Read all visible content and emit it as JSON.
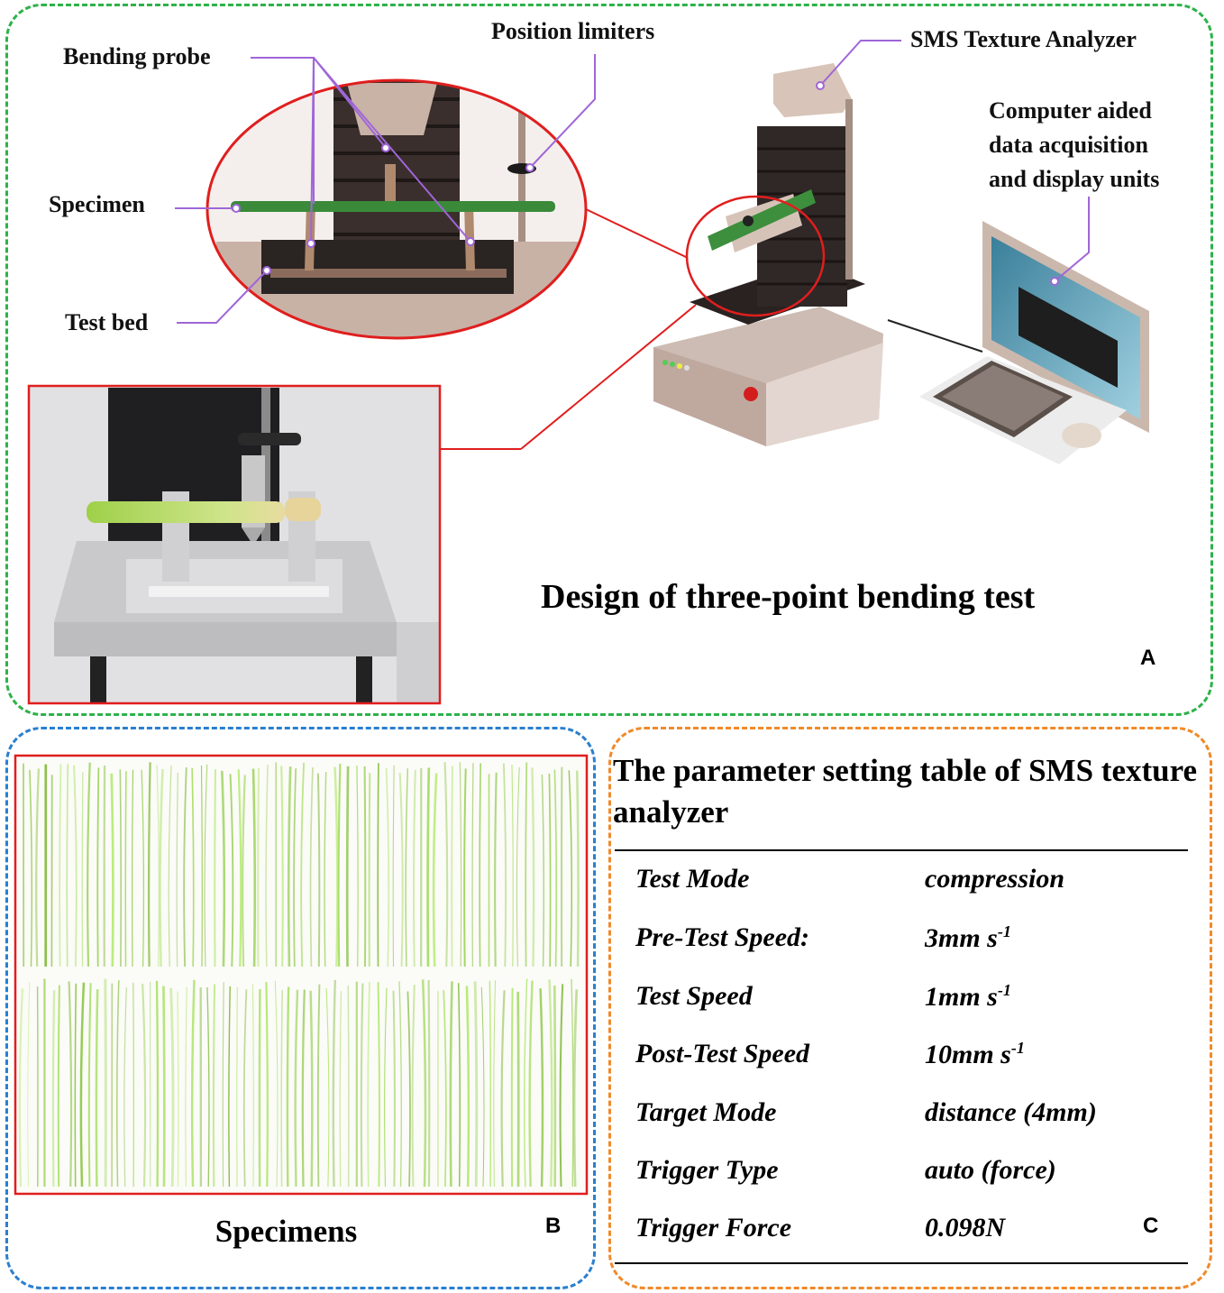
{
  "panel_a": {
    "letter": "A",
    "title": "Design of three-point bending test",
    "callouts": {
      "bending_probe": "Bending probe",
      "position_limiters": "Position limiters",
      "specimen": "Specimen",
      "test_bed": "Test bed",
      "analyzer": "SMS Texture Analyzer",
      "computer_line1": "Computer aided",
      "computer_line2": "data acquisition",
      "computer_line3": "and display units"
    }
  },
  "panel_b": {
    "letter": "B",
    "title": "Specimens"
  },
  "panel_c": {
    "letter": "C",
    "title": "The parameter setting table of SMS texture analyzer",
    "rows": [
      {
        "name": "Test Mode",
        "value": "compression",
        "sup": ""
      },
      {
        "name": "Pre-Test Speed:",
        "value": "3mm s",
        "sup": "-1"
      },
      {
        "name": "Test Speed",
        "value": "1mm s",
        "sup": "-1"
      },
      {
        "name": "Post-Test Speed",
        "value": "10mm s",
        "sup": "-1"
      },
      {
        "name": "Target Mode",
        "value": "distance (4mm)",
        "sup": ""
      },
      {
        "name": "Trigger Type",
        "value": "auto (force)",
        "sup": ""
      },
      {
        "name": "Trigger Force",
        "value": "0.098N",
        "sup": ""
      }
    ]
  },
  "colors": {
    "panel_a_border": "#2db24a",
    "panel_b_border": "#2a7fcf",
    "panel_c_border": "#f08a2a",
    "highlight_red": "#e01e1e",
    "callout_purple": "#a066d8"
  }
}
